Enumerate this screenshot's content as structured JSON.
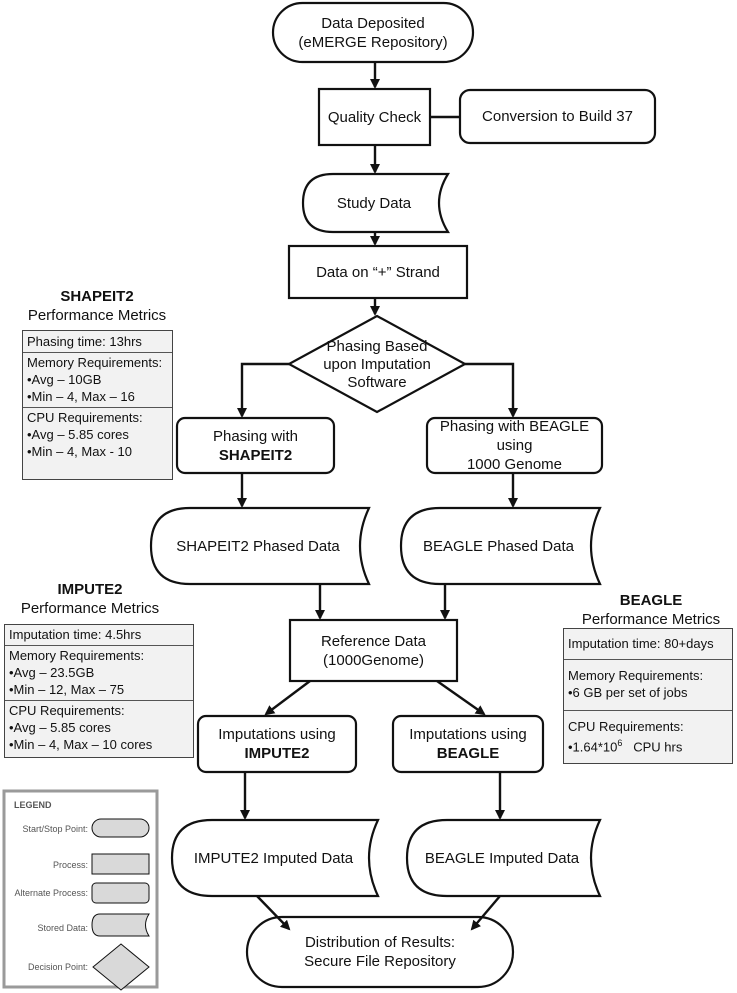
{
  "nodes": {
    "data_deposited": {
      "line1": "Data Deposited",
      "line2": "(eMERGE Repository)"
    },
    "quality_check": {
      "label": "Quality Check"
    },
    "conversion": {
      "label": "Conversion to Build 37"
    },
    "study_data": {
      "label": "Study Data"
    },
    "plus_strand": {
      "label": "Data on “+” Strand"
    },
    "phasing_decision": {
      "line1": "Phasing Based",
      "line2": "upon Imputation",
      "line3": "Software"
    },
    "phasing_shapeit2": {
      "line1": "Phasing with",
      "line2": "SHAPEIT2"
    },
    "phasing_beagle": {
      "line1": "Phasing with  BEAGLE using",
      "line2": "1000 Genome"
    },
    "shapeit2_phased": {
      "label": "SHAPEIT2 Phased Data"
    },
    "beagle_phased": {
      "label": "BEAGLE Phased Data"
    },
    "reference_data": {
      "line1": "Reference Data",
      "line2": "(1000Genome)"
    },
    "imputations_impute2": {
      "line1": "Imputations using",
      "line2": "IMPUTE2"
    },
    "imputations_beagle": {
      "line1": "Imputations using",
      "line2": "BEAGLE"
    },
    "impute2_imputed": {
      "label": "IMPUTE2 Imputed Data"
    },
    "beagle_imputed": {
      "label": "BEAGLE Imputed Data"
    },
    "distribution": {
      "line1": "Distribution of Results:",
      "line2": "Secure File Repository"
    }
  },
  "metrics": {
    "shapeit2": {
      "title": "SHAPEIT2",
      "subtitle": "Performance Metrics",
      "phasing": "Phasing time: 13hrs",
      "mem_title": "Memory Requirements:",
      "mem_avg": "•Avg – 10GB",
      "mem_range": "•Min – 4, Max – 16",
      "cpu_title": "CPU Requirements:",
      "cpu_avg": "•Avg – 5.85 cores",
      "cpu_range": "•Min – 4, Max - 10"
    },
    "impute2": {
      "title": "IMPUTE2",
      "subtitle": "Performance Metrics",
      "time": "Imputation time:  4.5hrs",
      "mem_title": "Memory Requirements:",
      "mem_avg": "•Avg – 23.5GB",
      "mem_range": "•Min – 12, Max – 75",
      "cpu_title": "CPU Requirements:",
      "cpu_avg": "•Avg – 5.85 cores",
      "cpu_range": "•Min – 4, Max – 10 cores"
    },
    "beagle": {
      "title": "BEAGLE",
      "subtitle": "Performance Metrics",
      "time": "Imputation time: 80+days",
      "mem_title": "Memory Requirements:",
      "mem_value": "•6 GB  per set of jobs",
      "cpu_title": "CPU Requirements:",
      "cpu_base": "•1.64*10",
      "cpu_exp": "6",
      "cpu_unit": "   CPU hrs"
    }
  },
  "legend": {
    "title": "LEGEND",
    "start_stop": "Start/Stop Point:",
    "process": "Process:",
    "alternate": "Alternate Process:",
    "stored": "Stored Data:",
    "decision": "Decision Point:"
  },
  "colors": {
    "stroke": "#111111",
    "legend_border": "#9a9a9a",
    "legend_shape": "#d9d9d9",
    "metric_bg": "#f2f2f2"
  }
}
